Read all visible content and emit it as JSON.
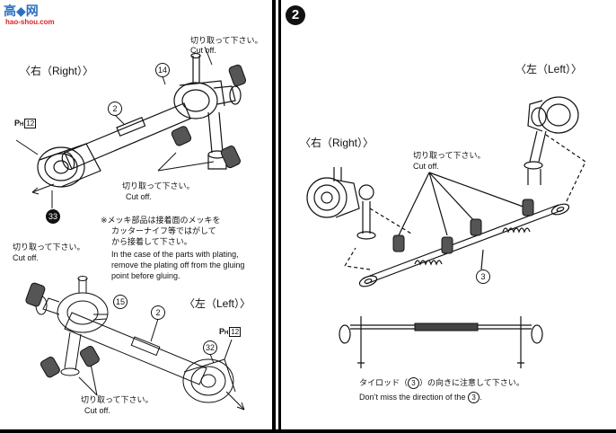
{
  "watermark": {
    "mark": "高◆网",
    "url": "hao-shou.com"
  },
  "left": {
    "right_label": "〈右（Right）〉",
    "left_label": "〈左（Left）〉",
    "cut_jp": "切り取って下さい。",
    "cut_en": "Cut off.",
    "ph_label": "P",
    "ph_sub": "H",
    "ph_num": "12",
    "parts": {
      "p14": "14",
      "p2": "2",
      "p33": "33",
      "p15": "15",
      "p32": "32"
    },
    "plating_note": {
      "jp1": "※メッキ部品は接着面のメッキを",
      "jp2": "カッターナイフ等ではがして",
      "jp3": "から接着して下さい。",
      "en1": "In the case of the parts with plating,",
      "en2": "remove the plating off from the gluing",
      "en3": "point before gluing."
    }
  },
  "right": {
    "step": "2",
    "left_label": "〈左（Left）〉",
    "right_label": "〈右（Right）〉",
    "cut_jp": "切り取って下さい。",
    "cut_en": "Cut off.",
    "part3": "3",
    "direction_jp_a": "タイロッド（",
    "direction_jp_b": "）の向きに注意して下さい。",
    "direction_en_a": "Don’t miss the direction of the",
    "direction_en_b": "."
  }
}
